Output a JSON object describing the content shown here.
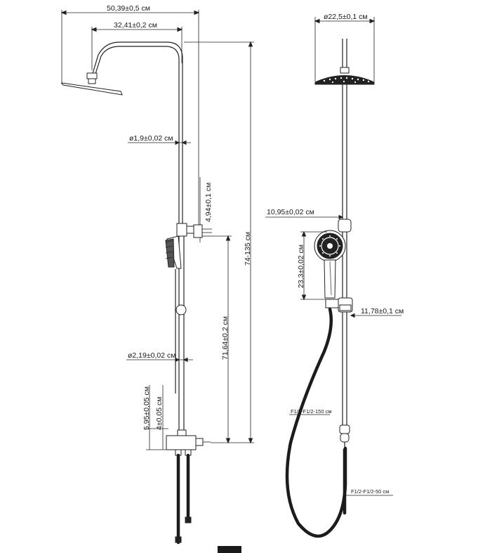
{
  "diagram": {
    "left_view": {
      "width_total": "50,39±0,5 см",
      "arm_reach": "32,41±0,2 см",
      "upper_pipe_diameter": "ø1,9±0,02 см",
      "holder_offset": "4,94±0,1 см",
      "total_height": "74-135 см",
      "lower_pipe_height": "71,64±0,2 см",
      "lower_pipe_diameter": "ø2,19±0,02 см",
      "outlet_height": "5,95±0,05 см",
      "inlet_height": "4±0,05 см"
    },
    "right_view": {
      "head_diameter": "ø22,5±0,1 см",
      "slider_width": "10,95±0,02 см",
      "handshower_length": "23,3±0,02 см",
      "bracket_depth": "11,78±0,1 см",
      "hose_long": "F1/2-F1/2-150 см",
      "hose_short": "F1/2-F1/2-50 см"
    }
  }
}
